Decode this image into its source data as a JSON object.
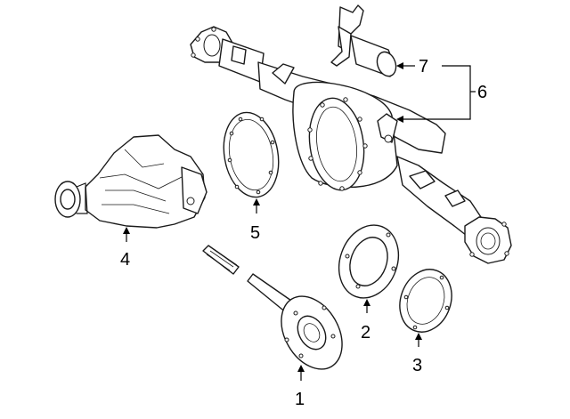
{
  "diagram": {
    "callouts": [
      {
        "id": "1",
        "label": "1",
        "part": "axle-shaft"
      },
      {
        "id": "2",
        "label": "2",
        "part": "bearing-retainer"
      },
      {
        "id": "3",
        "label": "3",
        "part": "gasket"
      },
      {
        "id": "4",
        "label": "4",
        "part": "differential-carrier"
      },
      {
        "id": "5",
        "label": "5",
        "part": "carrier-gasket"
      },
      {
        "id": "6",
        "label": "6",
        "part": "axle-housing"
      },
      {
        "id": "7",
        "label": "7",
        "part": "vent-tube"
      }
    ],
    "colors": {
      "line": "#1a1a1a",
      "background": "#ffffff"
    }
  }
}
